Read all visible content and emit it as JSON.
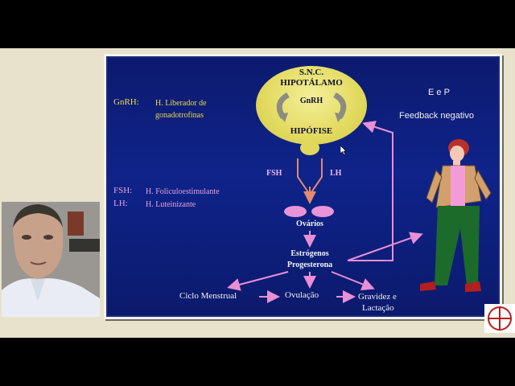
{
  "slide": {
    "snc": "S.N.C.",
    "hipotalamo": "HIPOTÁLAMO",
    "gnrh_center": "GnRH",
    "hipofise": "HIPÓFISE",
    "gnrh_key": "GnRH:",
    "gnrh_def_line1": "H. Liberador de",
    "gnrh_def_line2": "gonadotrofinas",
    "fsh_key": "FSH:",
    "fsh_def": "H. Foliculoestimulante",
    "lh_key": "LH:",
    "lh_def": "H. Luteinizante",
    "fsh_arrow": "FSH",
    "lh_arrow": "LH",
    "ovarios": "Ovários",
    "estrogenos": "Estrógenos",
    "progesterona": "Progesterona",
    "ciclo": "Ciclo Menstrual",
    "ovulacao": "Ovulação",
    "gravidez": "Gravidez e",
    "lactacao": "Lactação",
    "eep": "E e P",
    "feedback": "Feedback negativo"
  },
  "colors": {
    "slide_bg": "#0f238a",
    "yellow": "#ecd94a",
    "pink_arrow": "#e98fd6",
    "ellipse": "#e2da5e"
  }
}
